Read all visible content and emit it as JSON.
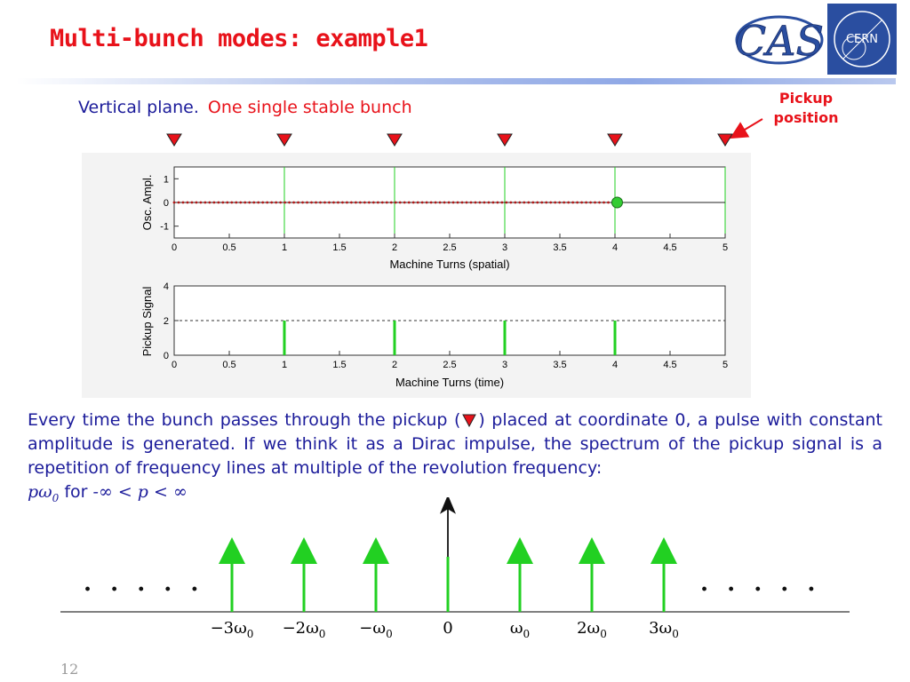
{
  "slide": {
    "title": "Multi-bunch modes: example1",
    "page_number": "12"
  },
  "logos": {
    "cas_text": "CAS",
    "cern_text": "CERN"
  },
  "subtitle": {
    "part1": "Vertical plane.",
    "part2": "One single stable bunch"
  },
  "pickup_label": {
    "line1": "Pickup",
    "line2": "position"
  },
  "colors": {
    "title_red": "#e8121a",
    "text_blue": "#1b1b9a",
    "line_green": "#22d022",
    "marker_red": "#e8121a"
  },
  "pickup_markers": {
    "positions": [
      0,
      1,
      2,
      3,
      4,
      5
    ]
  },
  "chart_data": [
    {
      "type": "scatter",
      "xlabel": "Machine Turns (spatial)",
      "ylabel": "Osc. Ampl.",
      "xlim": [
        0,
        5
      ],
      "ylim": [
        -1.5,
        1.5
      ],
      "xticks": [
        "0",
        "0.5",
        "1",
        "1.5",
        "2",
        "2.5",
        "3",
        "3.5",
        "4",
        "4.5",
        "5"
      ],
      "yticks": [
        "1",
        "0",
        "-1"
      ],
      "grid_vertical_at": [
        1,
        2,
        3,
        4,
        5
      ],
      "bunch_position": [
        4.02,
        0
      ],
      "track_value": 0,
      "track_range": [
        0,
        4.02
      ]
    },
    {
      "type": "bar",
      "xlabel": "Machine Turns (time)",
      "ylabel": "Pickup Signal",
      "xlim": [
        0,
        5
      ],
      "ylim": [
        0,
        4
      ],
      "xticks": [
        "0",
        "0.5",
        "1",
        "1.5",
        "2",
        "2.5",
        "3",
        "3.5",
        "4",
        "4.5",
        "5"
      ],
      "yticks": [
        "4",
        "2",
        "0"
      ],
      "pulses": [
        {
          "x": 1,
          "y": 2
        },
        {
          "x": 2,
          "y": 2
        },
        {
          "x": 3,
          "y": 2
        },
        {
          "x": 4,
          "y": 2
        }
      ]
    }
  ],
  "paragraph": {
    "text_before_marker": "Every time the bunch passes through the pickup (",
    "text_after_marker": ") placed at coordinate 0, a pulse with constant amplitude is generated. If we think it as a Dirac impulse, the spectrum of the pickup signal is a repetition of frequency lines at multiple of the revolution frequency:",
    "formula_p": "p",
    "formula_omega": "ω",
    "formula_sub": "0",
    "formula_for": " for ",
    "formula_range": "-∞ < p < ∞"
  },
  "spectrum": {
    "left_dots": ". . . . .",
    "right_dots": ". . . . .",
    "lines": [
      {
        "label": "−3ω",
        "sub": "0"
      },
      {
        "label": "−2ω",
        "sub": "0"
      },
      {
        "label": "−ω",
        "sub": "0"
      },
      {
        "label": "0",
        "sub": ""
      },
      {
        "label": "ω",
        "sub": "0"
      },
      {
        "label": "2ω",
        "sub": "0"
      },
      {
        "label": "3ω",
        "sub": "0"
      }
    ]
  }
}
